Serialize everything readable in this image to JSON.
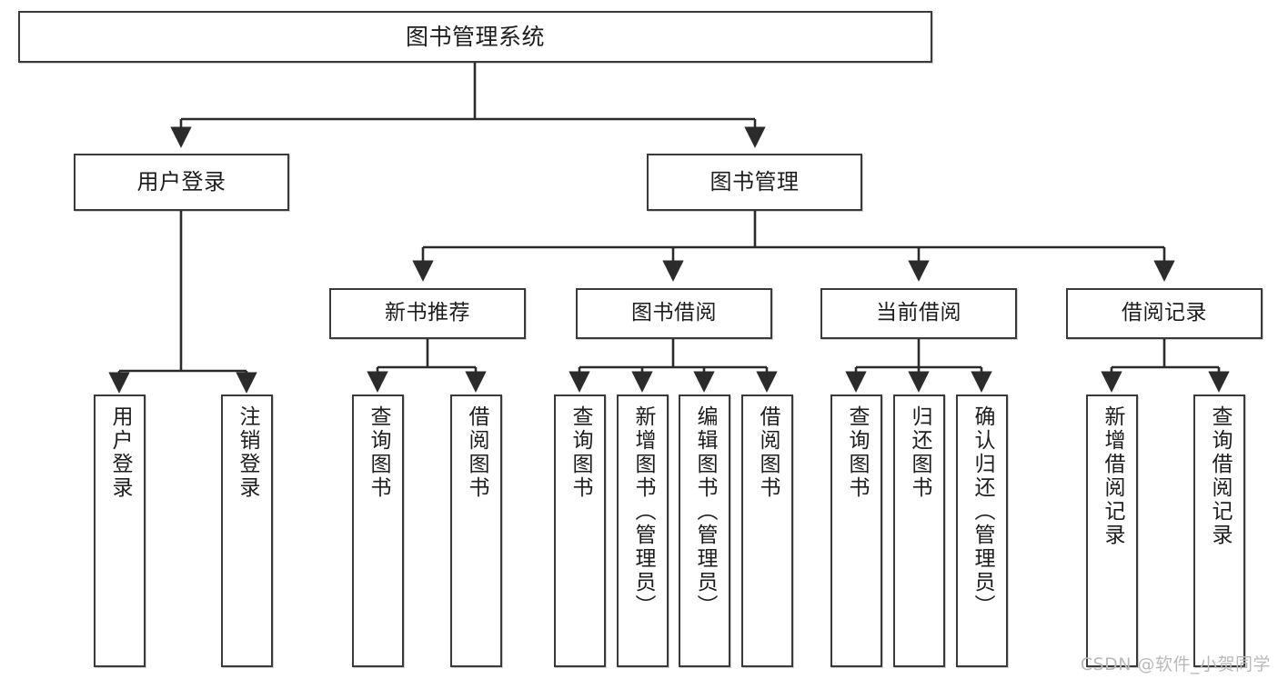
{
  "diagram": {
    "title": "图书管理系统",
    "type": "tree-hierarchy-flowchart",
    "colors": {
      "box_border": "#3a3a3a",
      "box_fill": "#ffffff",
      "edge": "#2b2b2b",
      "text": "#1d1d1d",
      "watermark": "#b9b9b9"
    },
    "root": {
      "label": "图书管理系统"
    },
    "level2": [
      {
        "label": "用户登录"
      },
      {
        "label": "图书管理"
      }
    ],
    "level3": [
      {
        "label": "新书推荐"
      },
      {
        "label": "图书借阅"
      },
      {
        "label": "当前借阅"
      },
      {
        "label": "借阅记录"
      }
    ],
    "leaves": {
      "user_login": [
        {
          "label": "用户登录"
        },
        {
          "label": "注销登录"
        }
      ],
      "new_book_recommend": [
        {
          "label": "查询图书"
        },
        {
          "label": "借阅图书"
        }
      ],
      "book_borrow": [
        {
          "label": "查询图书"
        },
        {
          "label": "新增图书（管理员）"
        },
        {
          "label": "编辑图书（管理员）"
        },
        {
          "label": "借阅图书"
        }
      ],
      "current_borrow": [
        {
          "label": "查询图书"
        },
        {
          "label": "归还图书"
        },
        {
          "label": "确认归还（管理员）"
        }
      ],
      "borrow_records": [
        {
          "label": "新增借阅记录"
        },
        {
          "label": "查询借阅记录"
        }
      ]
    }
  },
  "watermark": {
    "text": "CSDN @软件_小贺同学"
  }
}
